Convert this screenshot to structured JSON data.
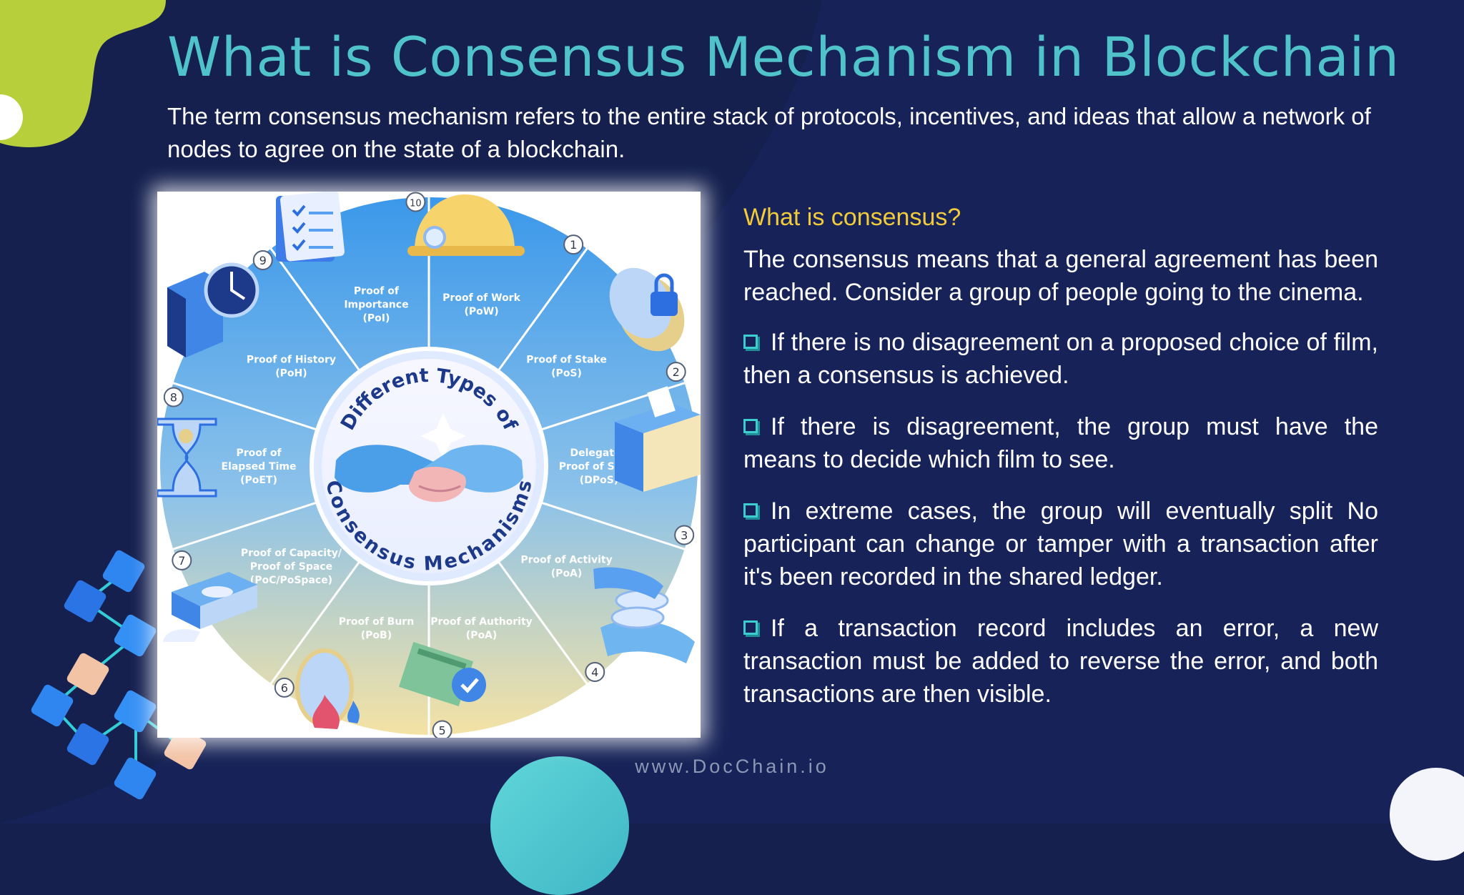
{
  "slide": {
    "title": "What is Consensus Mechanism in Blockchain",
    "intro": "The term consensus mechanism refers to the entire stack of protocols, incentives, and ideas that allow a network of nodes to agree on the state of a blockchain.",
    "footer": "www.DocChain.io",
    "colors": {
      "background": "#15204f",
      "title": "#4fc3c9",
      "subheading": "#f2cb3a",
      "accent_green": "#b7cf3a",
      "bullet": "#3ccdd0"
    }
  },
  "wheel": {
    "center_top": "Different Types of",
    "center_bottom": "Consensus Mechanisms",
    "center_icon": "handshake-icon",
    "segments": [
      {
        "num": "1",
        "lines": [
          "Proof of Work",
          "(PoW)"
        ],
        "icon": "mining-helmet-icon"
      },
      {
        "num": "2",
        "lines": [
          "Proof of Stake",
          "(PoS)"
        ],
        "icon": "coins-lock-icon"
      },
      {
        "num": "3",
        "lines": [
          "Delegated",
          "Proof of Stake",
          "(DPoS)"
        ],
        "icon": "ballot-box-icon"
      },
      {
        "num": "4",
        "lines": [
          "Proof of Activity",
          "(PoA)"
        ],
        "icon": "hand-coins-icon"
      },
      {
        "num": "5",
        "lines": [
          "Proof of Authority",
          "(PoA)"
        ],
        "icon": "certificate-icon"
      },
      {
        "num": "6",
        "lines": [
          "Proof of Burn",
          "(PoB)"
        ],
        "icon": "burning-coin-icon"
      },
      {
        "num": "7",
        "lines": [
          "Proof of Capacity/",
          "Proof of Space",
          "(PoC/PoSpace)"
        ],
        "icon": "hard-drive-icon"
      },
      {
        "num": "8",
        "lines": [
          "Proof of",
          "Elapsed Time",
          "(PoET)"
        ],
        "icon": "hourglass-icon"
      },
      {
        "num": "9",
        "lines": [
          "Proof of History",
          "(PoH)"
        ],
        "icon": "clock-cube-icon"
      },
      {
        "num": "10",
        "lines": [
          "Proof of",
          "Importance",
          "(PoI)"
        ],
        "icon": "checklist-icon"
      }
    ]
  },
  "consensus": {
    "heading": "What is consensus?",
    "paragraph": "The consensus means that a general agreement has been reached. Consider a group of people going to the cinema.",
    "bullets": [
      "If there is no disagreement on a proposed choice of film, then a consensus is achieved.",
      "If there is disagreement, the group must have the means to decide which film to see.",
      "In extreme cases, the group will eventually split No participant can change or tamper with a transaction after it's been recorded in the shared ledger.",
      "If a transaction record includes an error, a new transaction must be added to reverse the error, and both transactions are then visible."
    ]
  }
}
